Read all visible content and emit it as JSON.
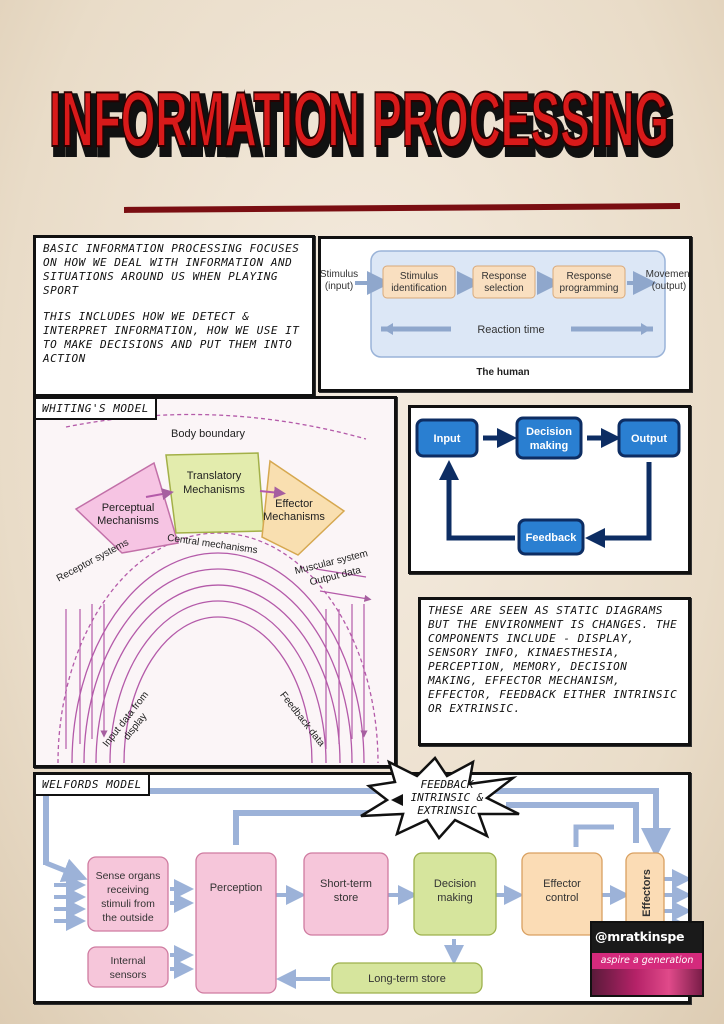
{
  "title": "INFORMATION PROCESSING",
  "intro": {
    "para1": "BASIC INFORMATION PROCESSING FOCUSES ON HOW WE DEAL WITH INFORMATION AND SITUATIONS AROUND US WHEN PLAYING SPORT",
    "para2": "THIS INCLUDES HOW WE DETECT & INTERPRET INFORMATION, HOW WE USE IT TO MAKE DECISIONS AND PUT THEM INTO ACTION"
  },
  "basic_model": {
    "left": [
      "Stimulus",
      "(input)"
    ],
    "box1": [
      "Stimulus",
      "identification"
    ],
    "box2": [
      "Response",
      "selection"
    ],
    "box3": [
      "Response",
      "programming"
    ],
    "right": [
      "Movement",
      "(output)"
    ],
    "reaction": "Reaction time",
    "caption": "The human"
  },
  "whiting": {
    "label": "WHITING'S MODEL",
    "body_boundary": "Body boundary",
    "perceptual": [
      "Perceptual",
      "Mechanisms"
    ],
    "translatory": [
      "Translatory",
      "Mechanisms"
    ],
    "effector": [
      "Effector",
      "Mechanisms"
    ],
    "central": "Central mechanisms",
    "receptor": "Receptor systems",
    "muscular": "Muscular system",
    "output_data": "Output data",
    "input_data": [
      "Input data from",
      "display"
    ],
    "feedback_data": "Feedback data"
  },
  "loop": {
    "input": "Input",
    "decision": [
      "Decision",
      "making"
    ],
    "output": "Output",
    "feedback": "Feedback"
  },
  "static_note": "THESE ARE SEEN AS STATIC DIAGRAMS BUT THE ENVIRONMENT IS CHANGES. THE COMPONENTS INCLUDE - DISPLAY, SENSORY INFO, KINAESTHESIA, PERCEPTION, MEMORY, DECISION MAKING, EFFECTOR MECHANISM, EFFECTOR, FEEDBACK EITHER INTRINSIC OR EXTRINSIC.",
  "welford": {
    "label": "WELFORDS MODEL",
    "burst": [
      "FEEDBACK",
      "INTRINSIC &",
      "EXTRINSIC"
    ],
    "sense": [
      "Sense organs",
      "receiving",
      "stimuli from",
      "the outside"
    ],
    "internal": [
      "Internal",
      "sensors"
    ],
    "perception": "Perception",
    "stm": [
      "Short-term",
      "store"
    ],
    "decision": [
      "Decision",
      "making"
    ],
    "effector_control": [
      "Effector",
      "control"
    ],
    "effectors": "Effectors",
    "ltm": "Long-term store"
  },
  "badge": {
    "handle": "@mratkinspe",
    "tagline": "aspire a generation"
  }
}
